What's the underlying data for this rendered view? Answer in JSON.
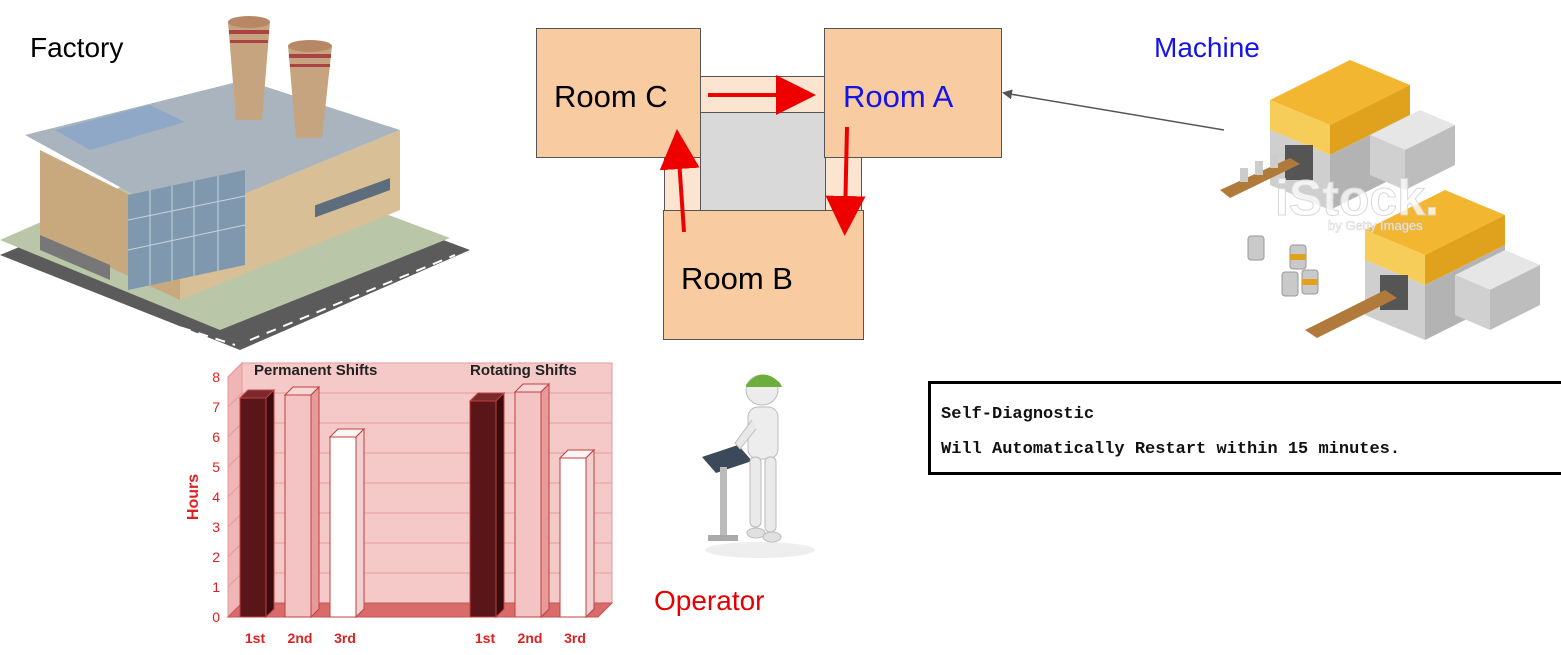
{
  "labels": {
    "factory": "Factory",
    "machine": "Machine",
    "operator": "Operator"
  },
  "rooms": {
    "room_a": "Room A",
    "room_b": "Room B",
    "room_c": "Room C"
  },
  "diagnostic": {
    "line1": "Self-Diagnostic",
    "line2": "Will Automatically Restart within 15 minutes."
  },
  "watermark": {
    "brand": "iStock",
    "sub": "by Getty Images"
  },
  "colors": {
    "room_fill": "#f8cba0",
    "connector_fill": "#fce5d0",
    "center_fill": "#d9d9d9",
    "arrow": "#ee0000",
    "machine_label": "#1414e6",
    "operator_label": "#e60000"
  },
  "chart_data": {
    "type": "bar",
    "ylabel": "Hours",
    "ylim": [
      0,
      8
    ],
    "yticks": [
      0,
      1,
      2,
      3,
      4,
      5,
      6,
      7,
      8
    ],
    "groups": [
      {
        "title": "Permanent Shifts",
        "categories": [
          "1st",
          "2nd",
          "3rd"
        ],
        "values": [
          7.3,
          7.4,
          6.0
        ]
      },
      {
        "title": "Rotating Shifts",
        "categories": [
          "1st",
          "2nd",
          "3rd"
        ],
        "values": [
          7.2,
          7.5,
          5.3
        ]
      }
    ],
    "bar_colors": [
      "#5a1518",
      "#f4c3c3",
      "#ffffff"
    ],
    "grid": true
  }
}
